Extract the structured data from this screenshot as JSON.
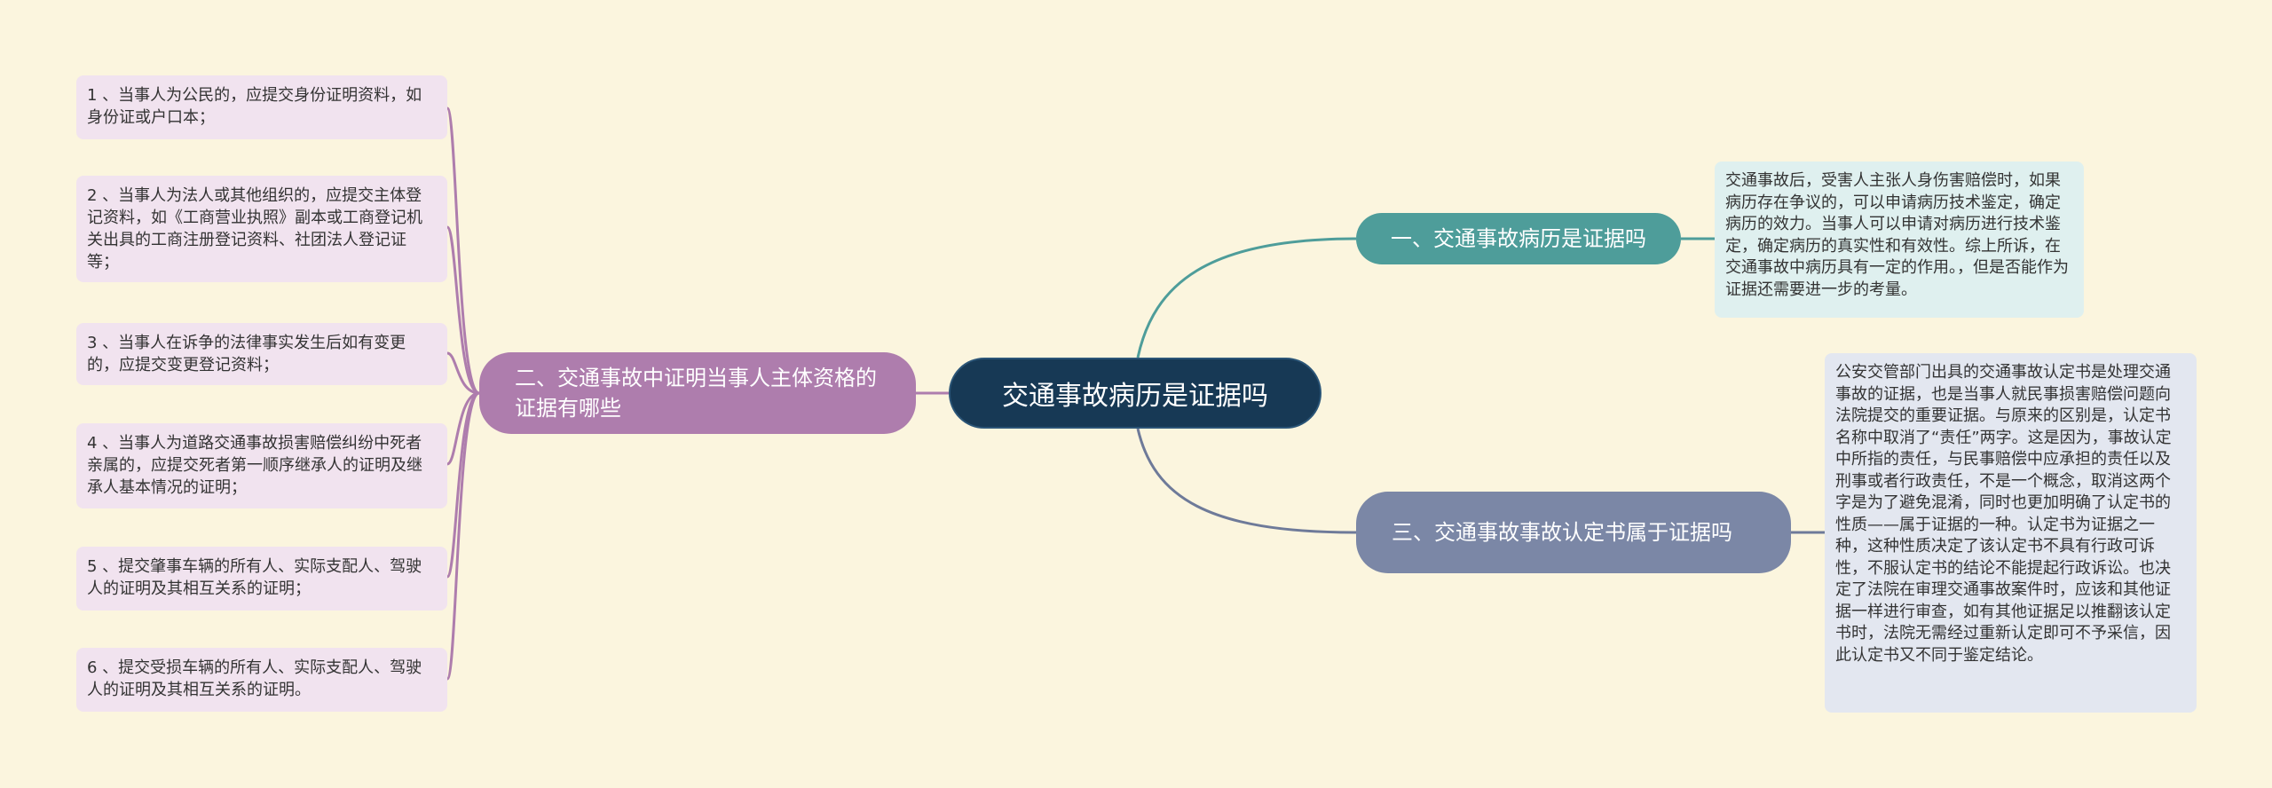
{
  "root": {
    "label": "交通事故病历是证据吗"
  },
  "branches": [
    {
      "label": "一、交通事故病历是证据吗",
      "details": [
        "交通事故后，受害人主张人身伤害赔偿时，如果病历存在争议的，可以申请病历技术鉴定，确定病历的效力。当事人可以申请对病历进行技术鉴定，确定病历的真实性和有效性。综上所诉，在交通事故中病历具有一定的作用。，但是否能作为证据还需要进一步的考量。"
      ]
    },
    {
      "label": "二、交通事故中证明当事人主体资格的证据有哪些",
      "details": [
        "1 、当事人为公民的，应提交身份证明资料，如身份证或户口本；",
        "2 、当事人为法人或其他组织的，应提交主体登记资料，如《工商营业执照》副本或工商登记机关出具的工商注册登记资料、社团法人登记证等；",
        "3 、当事人在诉争的法律事实发生后如有变更的，应提交变更登记资料；",
        "4 、当事人为道路交通事故损害赔偿纠纷中死者亲属的，应提交死者第一顺序继承人的证明及继承人基本情况的证明；",
        "5 、提交肇事车辆的所有人、实际支配人、驾驶人的证明及其相互关系的证明；",
        "6 、提交受损车辆的所有人、实际支配人、驾驶人的证明及其相互关系的证明。"
      ]
    },
    {
      "label": "三、交通事故事故认定书属于证据吗",
      "details": [
        "公安交管部门出具的交通事故认定书是处理交通事故的证据，也是当事人就民事损害赔偿问题向法院提交的重要证据。与原来的区别是，认定书名称中取消了“责任”两字。这是因为，事故认定中所指的责任，与民事赔偿中应承担的责任以及刑事或者行政责任，不是一个概念，取消这两个字是为了避免混淆，同时也更加明确了认定书的性质——属于证据的一种。认定书为证据之一种，这种性质决定了该认定书不具有行政可诉性，不服认定书的结论不能提起行政诉讼。也决定了法院在审理交通事故案件时，应该和其他证据一样进行审查，如有其他证据足以推翻该认定书时，法院无需经过重新认定即可不予采信，因此认定书又不同于鉴定结论。"
      ]
    }
  ],
  "colors": {
    "background": "#fbf5de",
    "root": "#173955",
    "branch1": "#4e9d9a",
    "branch2": "#ae7dad",
    "branch3": "#7b87a6",
    "leaf1": "#dff0ef",
    "leaf2": "#f1e3ef",
    "leaf3": "#e3e7f0"
  }
}
